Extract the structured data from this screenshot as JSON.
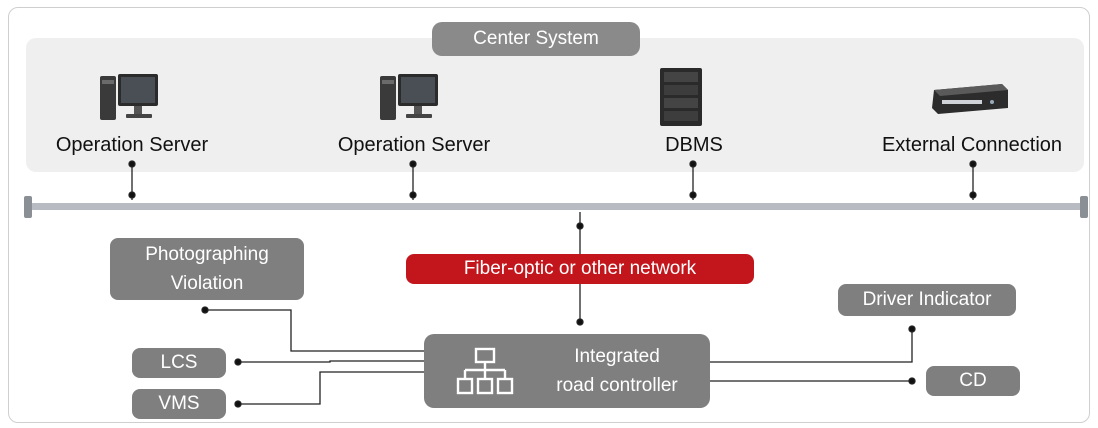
{
  "center_system": {
    "title": "Center System",
    "nodes": [
      {
        "label": "Operation Server",
        "icon": "desktop-pc-icon"
      },
      {
        "label": "Operation Server",
        "icon": "desktop-pc-icon"
      },
      {
        "label": "DBMS",
        "icon": "server-rack-icon"
      },
      {
        "label": "External Connection",
        "icon": "network-appliance-icon"
      }
    ]
  },
  "network": {
    "label": "Fiber-optic or other network"
  },
  "field": {
    "photographing_violation": [
      "Photographing",
      "Violation"
    ],
    "lcs": "LCS",
    "vms": "VMS",
    "controller": [
      "Integrated",
      "road controller"
    ],
    "controller_icon": "hierarchy-icon",
    "driver_indicator": "Driver Indicator",
    "cd": "CD"
  },
  "colors": {
    "box_gray": "#7f7f7f",
    "network_red": "#c3161c",
    "panel_gray": "#efefef",
    "bus_gray": "#b8bcc2"
  }
}
